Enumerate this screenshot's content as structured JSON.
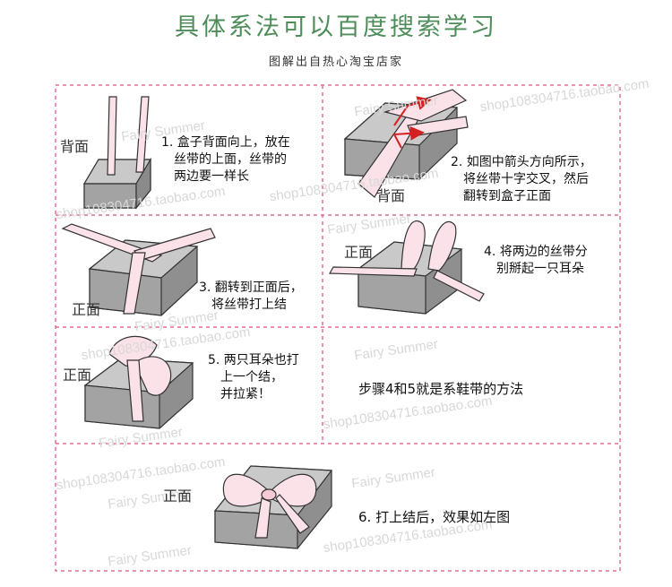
{
  "header": {
    "title": "具体系法可以百度搜索学习",
    "subtitle": "图解出自热心淘宝店家"
  },
  "watermarks": {
    "fairy": "Fairy Summer",
    "shop": "shop108304716.taobao.com"
  },
  "steps": [
    {
      "lines": [
        "1. 盒子背面向上，放在",
        "丝带的上面，丝带的",
        "两边要一样长"
      ],
      "face_label": "背面"
    },
    {
      "lines": [
        "2. 如图中箭头方向所示，",
        "将丝带十字交叉，然后",
        "翻转到盒子正面"
      ],
      "face_label": "背面"
    },
    {
      "lines": [
        "3. 翻转到正面后，",
        "将丝带打上结"
      ],
      "face_label": "正面"
    },
    {
      "lines": [
        "4. 将两边的丝带分",
        "别掰起一只耳朵"
      ],
      "face_label": "正面"
    },
    {
      "lines": [
        "5. 两只耳朵也打",
        "上一个结，",
        "并拉紧！"
      ],
      "face_label": "正面"
    },
    {
      "lines": [
        "6. 打上结后，效果如左图"
      ],
      "face_label": "正面"
    }
  ],
  "note": "步骤4和5就是系鞋带的方法",
  "colors": {
    "title": "#4e8d5a",
    "border": "#e36b9a",
    "ribbon": "#fbe1e8",
    "box_top": "#c9c9c9",
    "box_side": "#8f8f8f",
    "arrow": "#d32020"
  }
}
